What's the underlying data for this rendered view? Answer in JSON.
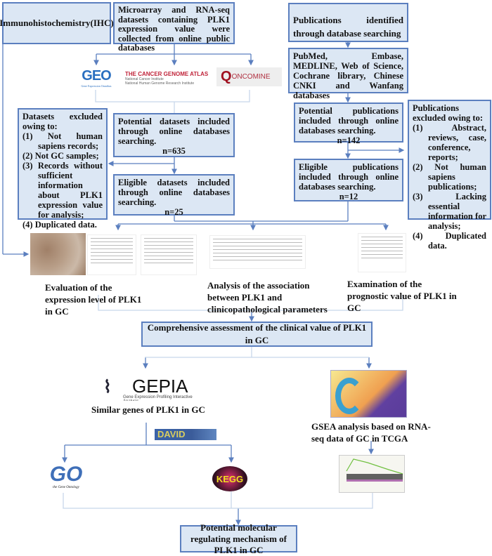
{
  "boxes": {
    "ihc": "Immunohistochemistry(IHC)",
    "microarray": "Microarray and RNA-seq datasets containing PLK1 expression value were collected from online public databases",
    "pub_identified": "Publications identified through database searching",
    "databases": "PubMed, Embase, MEDLINE, Web of Science, Cochrane library, Chinese CNKI and Wanfang databases",
    "datasets_excluded": {
      "title": "Datasets excluded owing to:",
      "items": [
        "(1) Not human sapiens records;",
        "(2) Not GC samples;",
        "(3) Records without sufficient information about PLK1 expression value for analysis;",
        "(4) Duplicated data."
      ]
    },
    "potential_datasets": {
      "text": "Potential datasets included through online databases searching.",
      "n": "n=635"
    },
    "eligible_datasets": {
      "text": "Eligible datasets included through online databases searching.",
      "n": "n=25"
    },
    "potential_pubs": {
      "text": "Potential publications included through online databases searching.",
      "n": "n=142"
    },
    "eligible_pubs": {
      "text": "Eligible publications included through online databases searching.",
      "n": "n=12"
    },
    "pubs_excluded": {
      "title": "Publications excluded owing to:",
      "items": [
        "(1) Abstract, reviews, case, conference, reports;",
        "(2) Not human sapiens publications;",
        "(3) Lacking essential information for analysis;",
        "(4) Duplicated data."
      ]
    },
    "comprehensive": "Comprehensive assessment of the clinical value of PLK1 in GC",
    "potential_mechanism": "Potential molecular regulating mechanism of PLK1 in GC"
  },
  "labels": {
    "evaluation": "Evaluation of the expression level of PLK1 in GC",
    "analysis": "Analysis of the association between PLK1  and clinicopathological parameters",
    "examination": "Examination of the prognostic value of PLK1 in GC",
    "similar_genes": "Similar genes of PLK1 in GC",
    "gsea": "GSEA analysis based on RNA-seq data of GC in TCGA"
  },
  "logos": {
    "geo": "GEO",
    "geo_sub": "Gene Expression Omnibus",
    "tcga": "THE CANCER GENOME ATLAS",
    "tcga_sub1": "National Cancer Institute",
    "tcga_sub2": "National Human Genome Research Institute",
    "oncomine": "ONCOMINE",
    "gepia": "GEPIA",
    "gepia_sub": "Gene Expression Profiling Interactive Analysis",
    "david": "DAVID",
    "go": "GO",
    "go_sub": "the Gene Ontology",
    "kegg": "KEGG"
  },
  "colors": {
    "box_fill": "#dce7f4",
    "box_border": "#5b7fbf",
    "arrow": "#5b7fbf",
    "bracket": "#c8d7ea"
  }
}
